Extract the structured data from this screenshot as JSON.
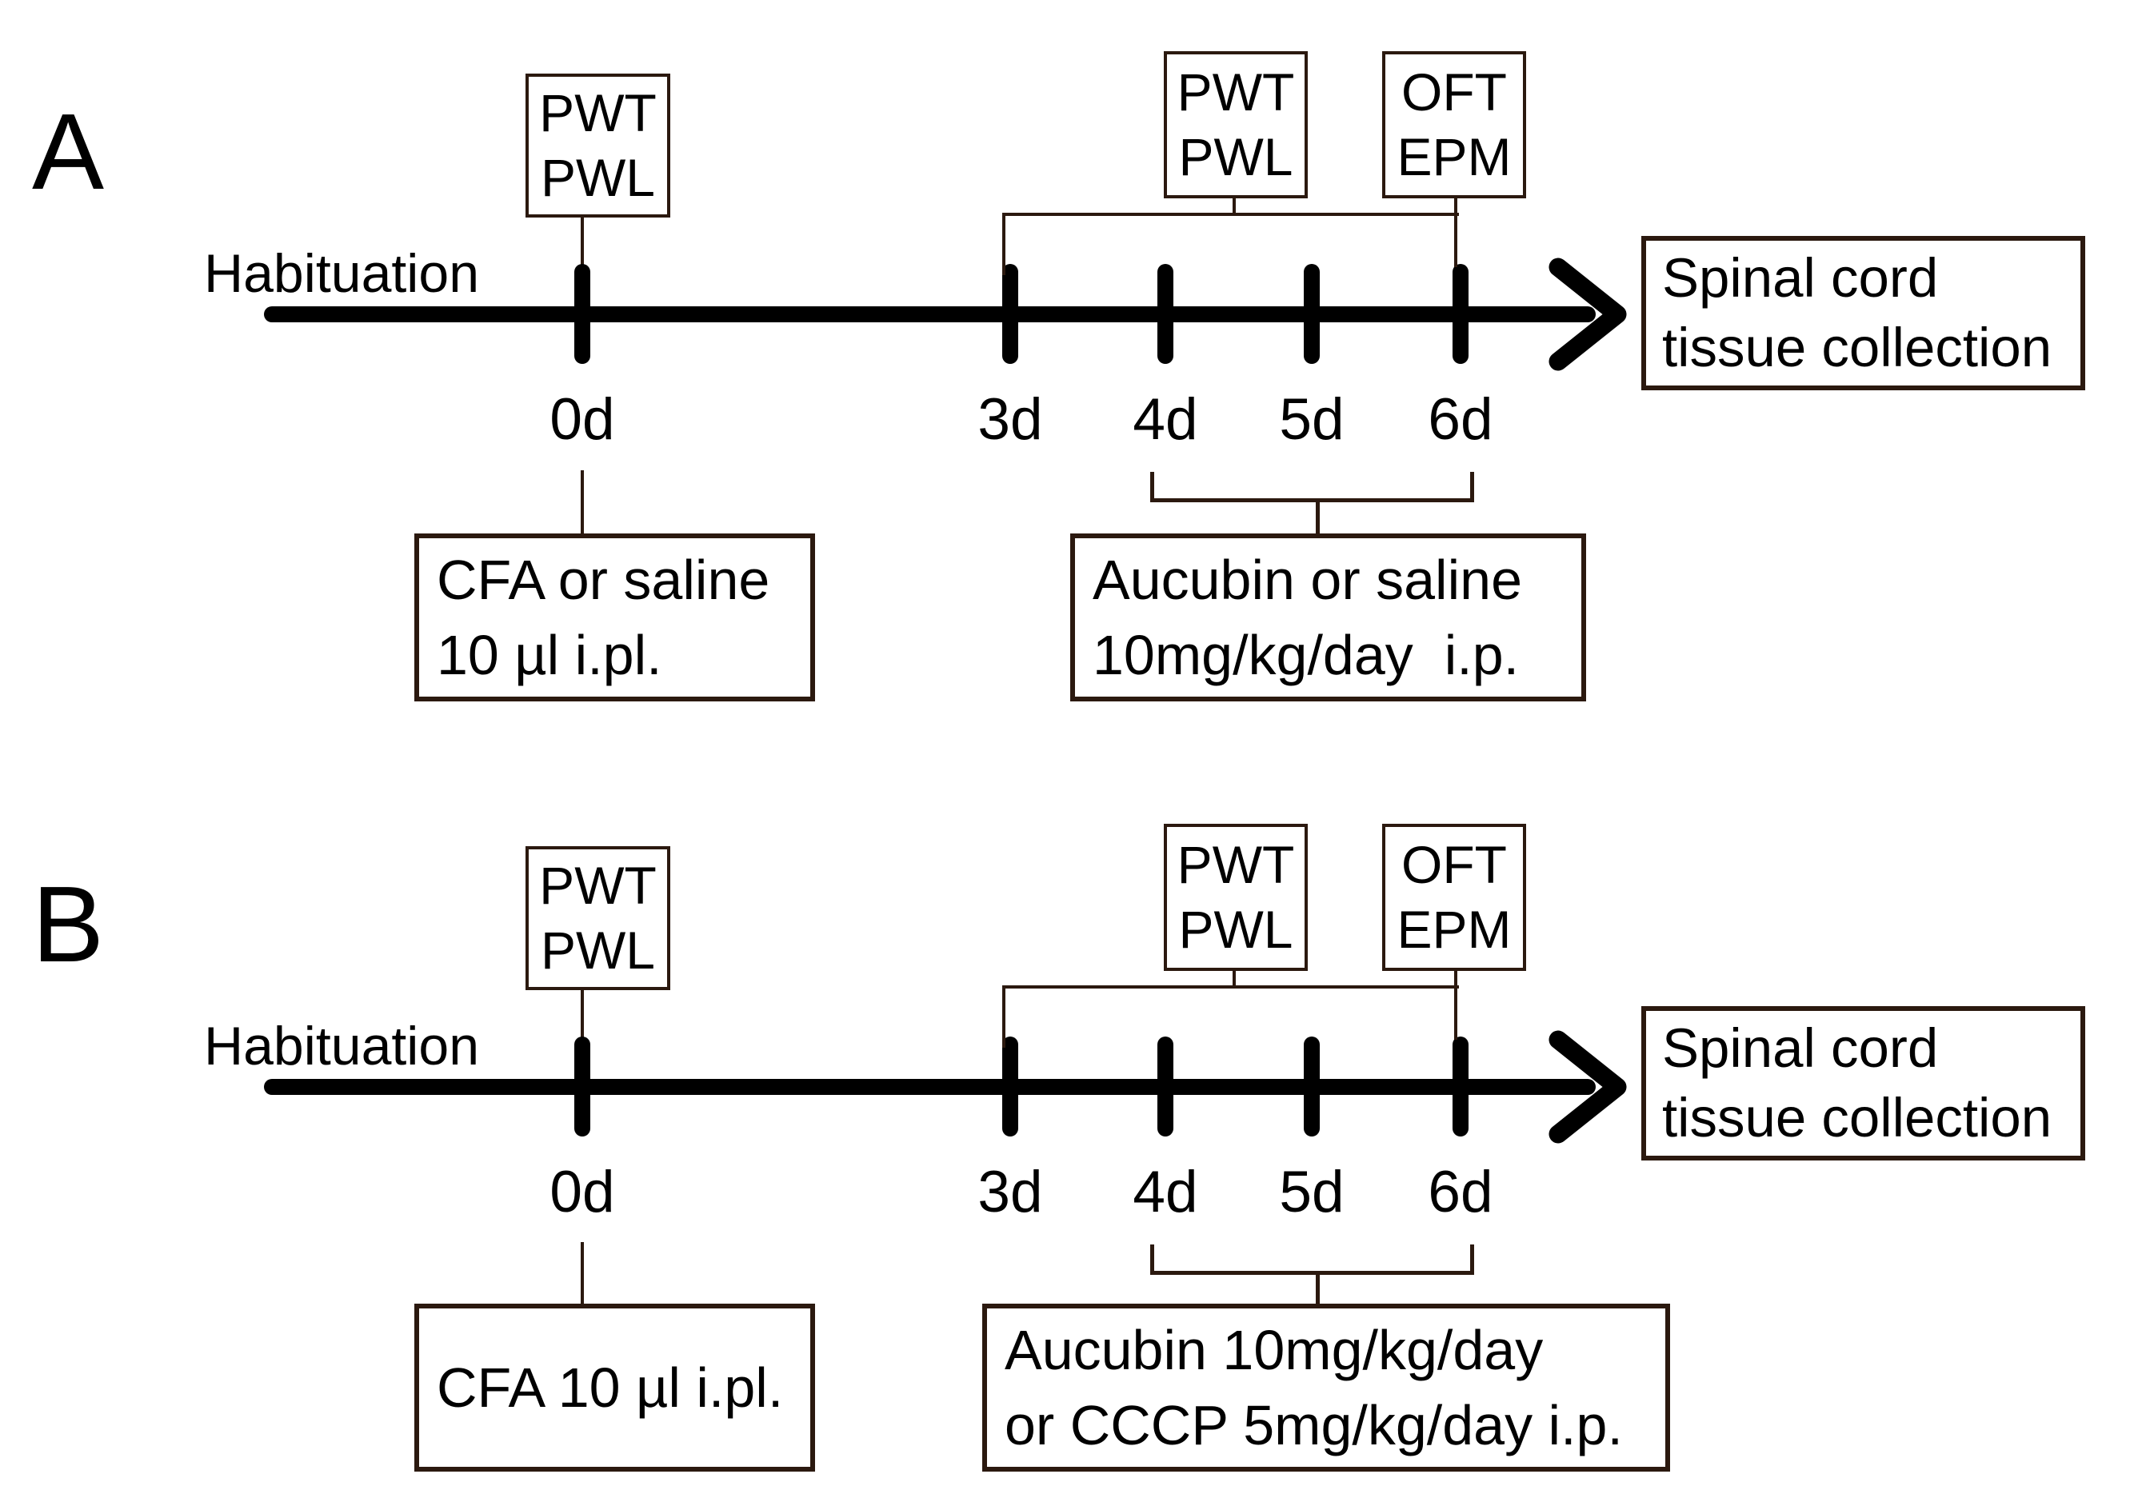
{
  "colors": {
    "ink": "#000000",
    "line": "#2b190f"
  },
  "panels": [
    {
      "label": "A",
      "habituation": "Habituation",
      "baseline_test": {
        "line1": "PWT",
        "line2": "PWL"
      },
      "post_test": {
        "line1": "PWT",
        "line2": "PWL"
      },
      "behavior_test": {
        "line1": "OFT",
        "line2": "EPM"
      },
      "endpoint": {
        "line1": "Spinal cord",
        "line2": "tissue collection"
      },
      "days": [
        "0d",
        "3d",
        "4d",
        "5d",
        "6d"
      ],
      "injection": {
        "line1": "CFA or saline",
        "line2": "10 µl i.pl."
      },
      "treatment": {
        "line1": "Aucubin or saline",
        "line2": "10mg/kg/day  i.p."
      }
    },
    {
      "label": "B",
      "habituation": "Habituation",
      "baseline_test": {
        "line1": "PWT",
        "line2": "PWL"
      },
      "post_test": {
        "line1": "PWT",
        "line2": "PWL"
      },
      "behavior_test": {
        "line1": "OFT",
        "line2": "EPM"
      },
      "endpoint": {
        "line1": "Spinal cord",
        "line2": "tissue collection"
      },
      "days": [
        "0d",
        "3d",
        "4d",
        "5d",
        "6d"
      ],
      "injection": {
        "line1": "CFA 10 µl i.pl."
      },
      "treatment": {
        "line1": "Aucubin 10mg/kg/day",
        "line2": "or CCCP 5mg/kg/day i.p."
      }
    }
  ]
}
